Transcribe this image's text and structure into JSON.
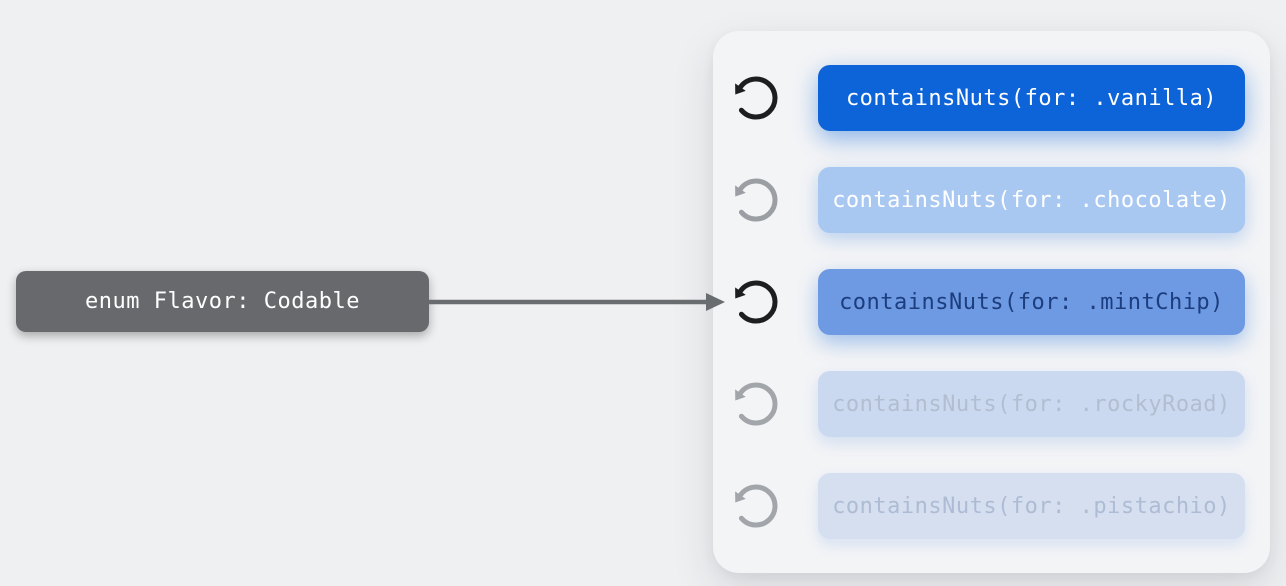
{
  "canvas": {
    "background": "#eff0f2"
  },
  "source_node": {
    "label": "enum Flavor: Codable",
    "background": "#67696c",
    "text_color": "#ffffff"
  },
  "arrow": {
    "color": "#696d70"
  },
  "panel": {
    "background": "#f3f4f6",
    "rows": [
      {
        "icon": "counterclockwise-loop-icon",
        "label": "containsNuts(for: .vanilla)",
        "pill_background": "#0d64d8",
        "text_color": "#ffffff",
        "icon_color": "#1d1e20"
      },
      {
        "icon": "counterclockwise-loop-icon",
        "label": "containsNuts(for: .chocolate)",
        "pill_background": "#a9c8f1",
        "text_color": "#ffffff",
        "icon_color": "#9b9fa4"
      },
      {
        "icon": "counterclockwise-loop-icon",
        "label": "containsNuts(for: .mintChip)",
        "pill_background": "#6e9ae3",
        "text_color": "#1c3d7e",
        "icon_color": "#1d1e20"
      },
      {
        "icon": "counterclockwise-loop-icon",
        "label": "containsNuts(for: .rockyRoad)",
        "pill_background": "#cbd9f0",
        "text_color": "#b2bdd0",
        "icon_color": "#a2a6aa"
      },
      {
        "icon": "counterclockwise-loop-icon",
        "label": "containsNuts(for: .pistachio)",
        "pill_background": "#d6dff0",
        "text_color": "#adbcd4",
        "icon_color": "#a2a6aa"
      }
    ]
  }
}
